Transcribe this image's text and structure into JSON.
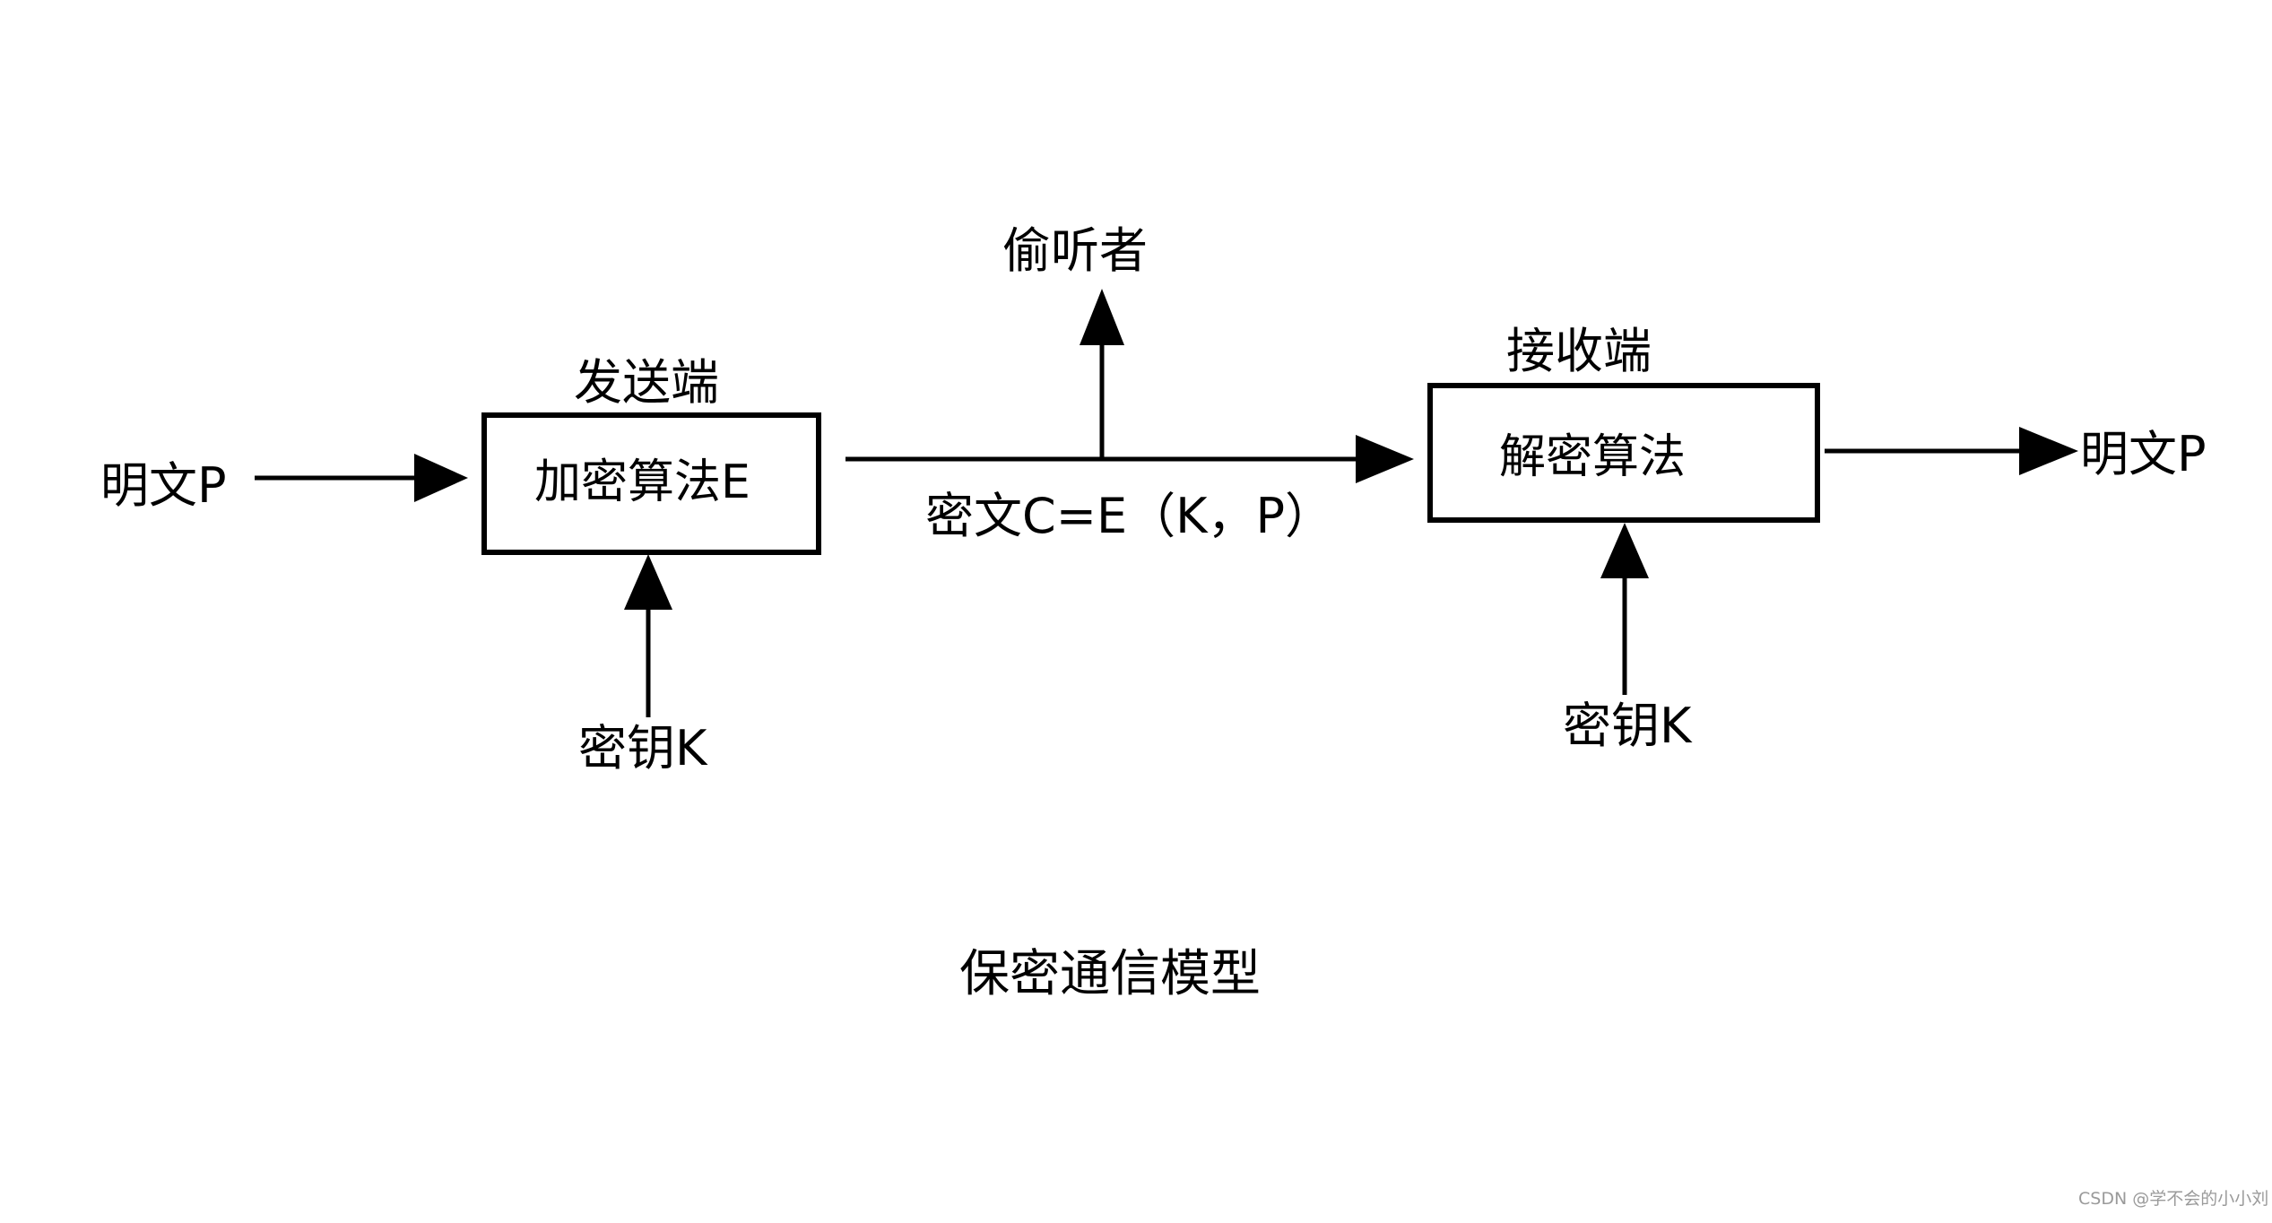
{
  "diagram": {
    "plaintext_in": "明文P",
    "encrypt_box": "加密算法E",
    "sender_label": "发送端",
    "key_left": "密钥K",
    "ciphertext": "密文C=E（K，P）",
    "eavesdropper": "偷听者",
    "receiver_label": "接收端",
    "decrypt_box": "解密算法",
    "key_right": "密钥K",
    "plaintext_out": "明文P",
    "caption": "保密通信模型"
  },
  "watermark": "CSDN @学不会的小小刘"
}
